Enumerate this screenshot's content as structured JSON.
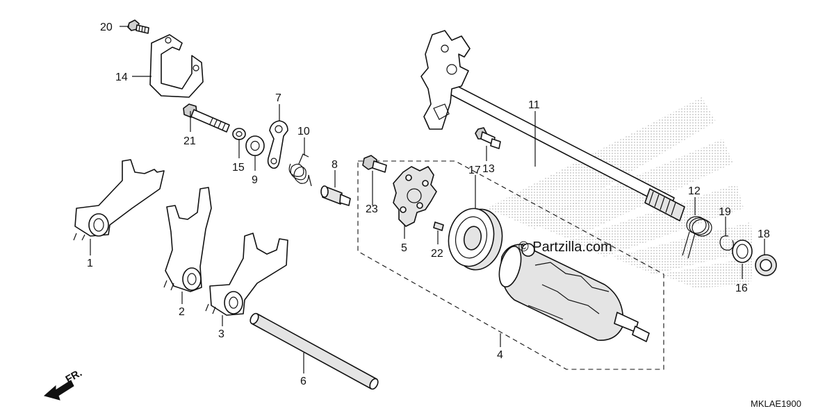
{
  "diagram": {
    "watermark": "© Partzilla.com",
    "code": "MKLAE1900",
    "front_arrow_label": "FR.",
    "callouts": {
      "c1": "1",
      "c2": "2",
      "c3": "3",
      "c4": "4",
      "c5": "5",
      "c6": "6",
      "c7": "7",
      "c8": "8",
      "c9": "9",
      "c10": "10",
      "c11": "11",
      "c12": "12",
      "c13": "13",
      "c14": "14",
      "c15": "15",
      "c16": "16",
      "c17": "17",
      "c18": "18",
      "c19": "19",
      "c20": "20",
      "c21": "21",
      "c22": "22",
      "c23": "23"
    }
  },
  "colors": {
    "ink": "#111111",
    "background": "#ffffff",
    "watermark": "#c8c8c8"
  }
}
